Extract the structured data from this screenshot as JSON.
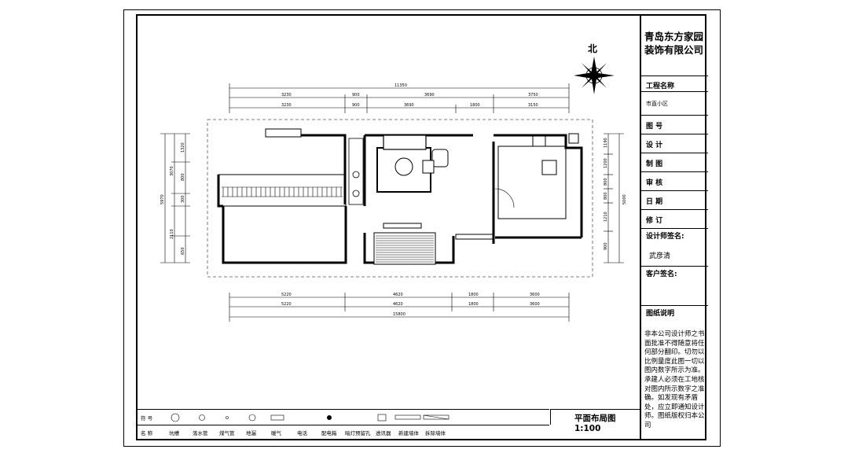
{
  "company": {
    "line1": "青岛东方家园",
    "line2": "装饰有限公司"
  },
  "north_label": "北",
  "title_block": {
    "project_name_label": "工程名称",
    "project_name_value": "市直小区",
    "drawing_no_label": "图 号",
    "design_label": "设 计",
    "draft_label": "制 图",
    "review_label": "审 核",
    "date_label": "日 期",
    "revision_label": "修 订",
    "designer_sign_label": "设计师签名:",
    "designer_name": "武彦清",
    "client_sign_label": "客户签名:",
    "notes_title": "图纸说明",
    "notes_text": "非本公司设计师之书面批准不得随意将任何部分翻印。切勿以比例量度此图一切以图内数字所示为准。承建人必须在工地核对图内所示数字之准确。如发现有矛盾处，应立即通知设计师。图纸版权归本公司"
  },
  "plan_title": "平面布局图 1:100",
  "legend": {
    "symbol_label": "符 号",
    "name_label": "名 称",
    "items": [
      "坑槽",
      "落水管",
      "煤气管",
      "地漏",
      "暖气",
      "电话",
      "配电箱",
      "暗灯预留孔",
      "透讯器",
      "新建墙体",
      "拆除墙体"
    ]
  },
  "dimensions": {
    "top_total": "11350",
    "top_row1": [
      "3230",
      "900",
      "3690",
      "3750"
    ],
    "top_row2": [
      "3230",
      "900",
      "3690",
      "1800",
      "3150"
    ],
    "bottom_row1": [
      "5220",
      "4620",
      "1800",
      "3600"
    ],
    "bottom_row2": [
      "5220",
      "4620",
      "1800",
      "3600"
    ],
    "bottom_total": "15800",
    "left_total": "5970",
    "left_row": [
      "1320",
      "3070",
      "800",
      "300",
      "2110",
      "650"
    ],
    "right_total": "5000",
    "right_row": [
      "1190",
      "1200",
      "800",
      "800",
      "1210",
      "900"
    ]
  }
}
